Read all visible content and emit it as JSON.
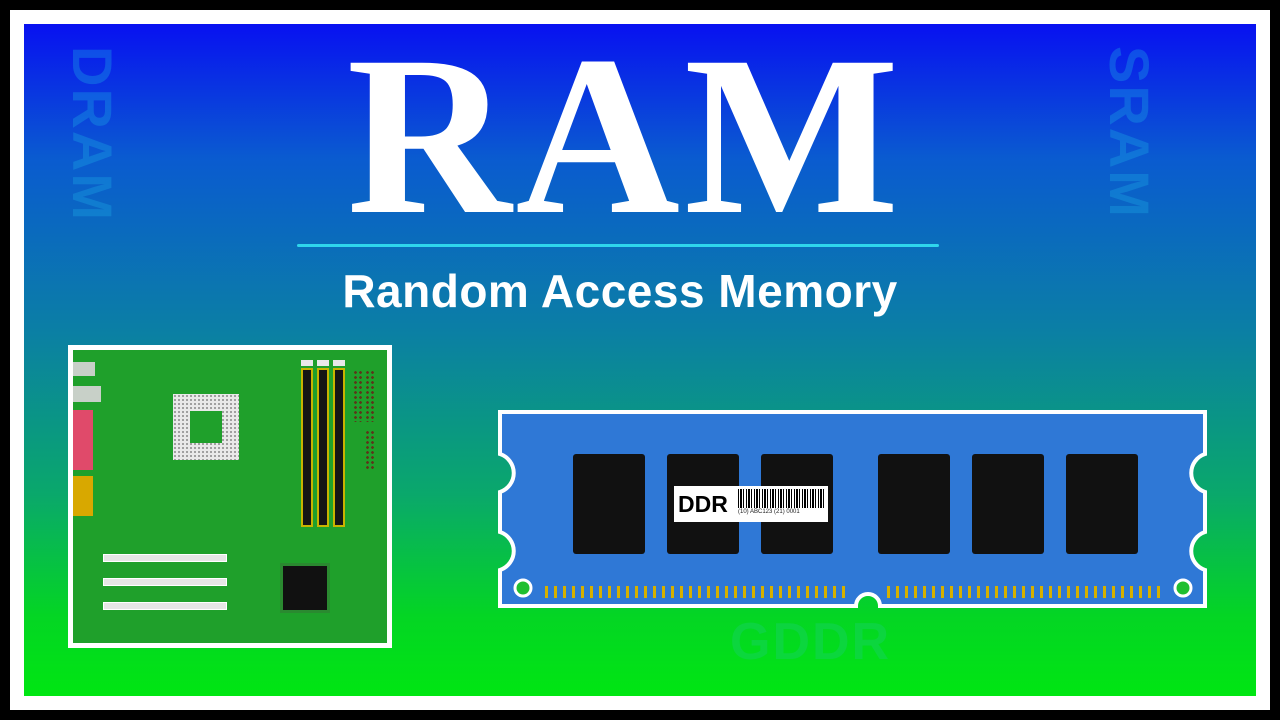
{
  "title": "RAM",
  "subtitle": "Random Access Memory",
  "ghost_labels": {
    "left": "DRAM",
    "right": "SRAM",
    "bottom": "GDDR"
  },
  "ram_module": {
    "label": "DDR",
    "barcode_text": "(10) ABC123 (21) 0001"
  },
  "colors": {
    "gradient_top": "#0811f1",
    "gradient_bottom": "#00e612",
    "board_green": "#1fa02b",
    "ram_blue": "#2f78d6",
    "title_rule": "#2fd6ec"
  }
}
